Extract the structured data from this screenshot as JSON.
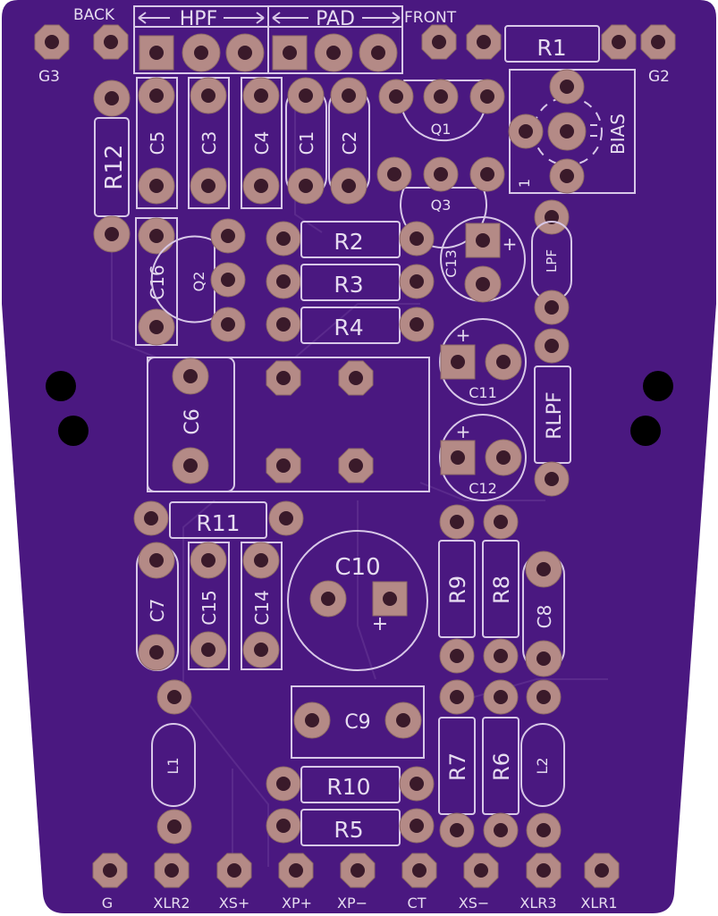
{
  "colors": {
    "board": "#4a1880",
    "silkscreen": "#d8c8e8",
    "copper_pad": "#b48a86",
    "drill_hole": "#3a1a2a",
    "mount_hole": "#000000",
    "background": "#ffffff"
  },
  "corner_labels": {
    "back": "BACK",
    "front": "FRONT",
    "g3": "G3",
    "g2": "G2"
  },
  "switches": {
    "hpf": "HPF",
    "pad": "PAD"
  },
  "components": {
    "r1": "R1",
    "r2": "R2",
    "r3": "R3",
    "r4": "R4",
    "r5": "R5",
    "r6": "R6",
    "r7": "R7",
    "r8": "R8",
    "r9": "R9",
    "r10": "R10",
    "r11": "R11",
    "r12": "R12",
    "rlpf": "RLPF",
    "lpf": "LPF",
    "bias": "BIAS",
    "bias_pin": "1",
    "c1": "C1",
    "c2": "C2",
    "c3": "C3",
    "c4": "C4",
    "c5": "C5",
    "c6": "C6",
    "c7": "C7",
    "c8": "C8",
    "c9": "C9",
    "c10": "C10",
    "c11": "C11",
    "c12": "C12",
    "c13": "C13",
    "c14": "C14",
    "c15": "C15",
    "c16": "C16",
    "q1": "Q1",
    "q2": "Q2",
    "q3": "Q3",
    "l1": "L1",
    "l2": "L2",
    "plus": "+"
  },
  "bottom_pins": [
    "G",
    "XLR2",
    "XS+",
    "XP+",
    "XP−",
    "CT",
    "XS−",
    "XLR3",
    "XLR1"
  ]
}
